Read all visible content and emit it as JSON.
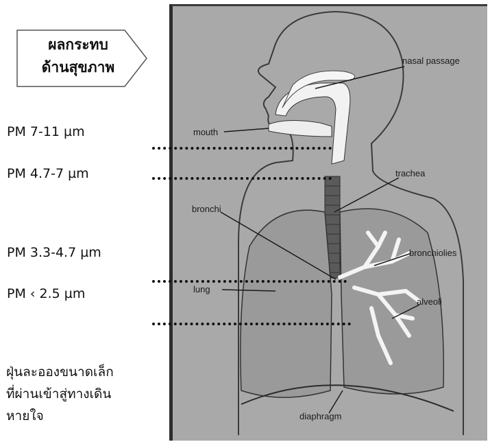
{
  "badge": {
    "line1": "ผลกระทบ",
    "line2": "ด้านสุขภาพ"
  },
  "pm_labels": [
    "PM 7-11 µm",
    "PM 4.7-7 µm",
    "PM 3.3-4.7 µm",
    "PM ‹ 2.5 µm"
  ],
  "caption": "ฝุ่นละอองขนาดเล็กที่ผ่านเข้าสู่ทางเดินหายใจ",
  "caption_lines": [
    "ฝุ่นละอองขนาดเล็ก",
    "ที่ผ่านเข้าสู่ทางเดิน",
    "หายใจ"
  ],
  "anatomy": {
    "nasal_passage": "nasal passage",
    "mouth": "mouth",
    "trachea": "trachea",
    "bronchi": "bronchi",
    "bronchioles": "bronchiolies",
    "lung": "lung",
    "alveoli": "alveoli",
    "diaphragm": "diaphragm"
  }
}
